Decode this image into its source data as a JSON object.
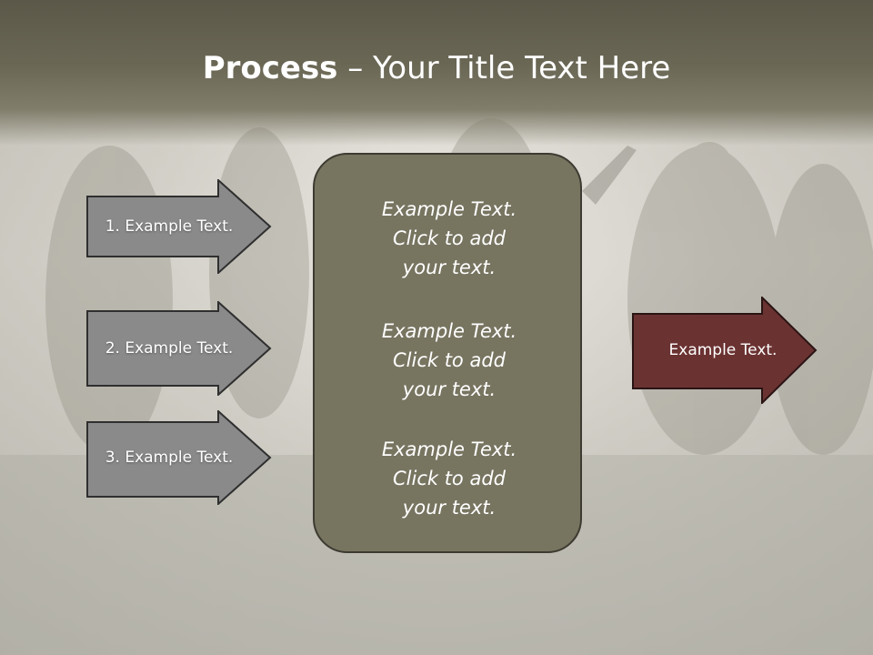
{
  "title": {
    "bold": "Process",
    "rest": " – Your Title Text Here"
  },
  "left_arrows": [
    {
      "label": "1. Example Text."
    },
    {
      "label": "2. Example Text."
    },
    {
      "label": "3. Example Text."
    }
  ],
  "center_box": {
    "blocks": [
      {
        "line1": "Example Text.",
        "line2": "Click  to add",
        "line3": "your text."
      },
      {
        "line1": "Example Text.",
        "line2": "Click  to add",
        "line3": "your text."
      },
      {
        "line1": "Example Text.",
        "line2": "Click  to add",
        "line3": "your text."
      }
    ]
  },
  "right_arrow": {
    "label": "Example Text."
  },
  "colors": {
    "header": "#5b5849",
    "left_arrow_fill": "#8a8a8a",
    "center_box_fill": "#777460",
    "right_arrow_fill": "#6b3232"
  }
}
